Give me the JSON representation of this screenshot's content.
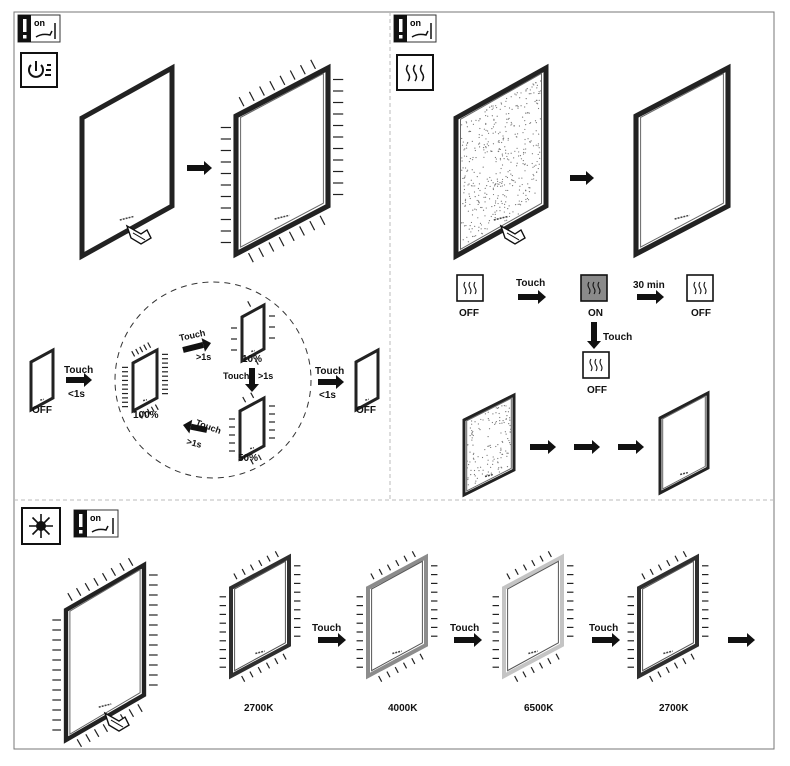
{
  "warning": {
    "on_label": "on",
    "icon": "exclamation-touch-icon"
  },
  "section_power": {
    "icon": "power-dimmer-icon",
    "off_label": "OFF",
    "touch_label": "Touch",
    "short_press": "<1s",
    "long_press": ">1s",
    "levels": [
      "100%",
      "10%",
      "50%"
    ],
    "off_label_end": "OFF"
  },
  "section_defog": {
    "icon": "heat-waves-icon",
    "states": [
      {
        "label": "OFF",
        "active": false
      },
      {
        "label": "ON",
        "active": true
      },
      {
        "label": "OFF",
        "active": false
      },
      {
        "label": "OFF",
        "active": false
      }
    ],
    "touch_label": "Touch",
    "timer_label": "30 min",
    "touch_down_label": "Touch",
    "active_color": "#8a8a8a"
  },
  "section_color": {
    "icon": "sun-icon",
    "touch_label": "Touch",
    "temperatures": [
      {
        "label": "2700K",
        "frame_color": "#2f2f2f"
      },
      {
        "label": "4000K",
        "frame_color": "#8c8c8c"
      },
      {
        "label": "6500K",
        "frame_color": "#c4c4c4"
      },
      {
        "label": "2700K",
        "frame_color": "#2f2f2f"
      }
    ]
  }
}
